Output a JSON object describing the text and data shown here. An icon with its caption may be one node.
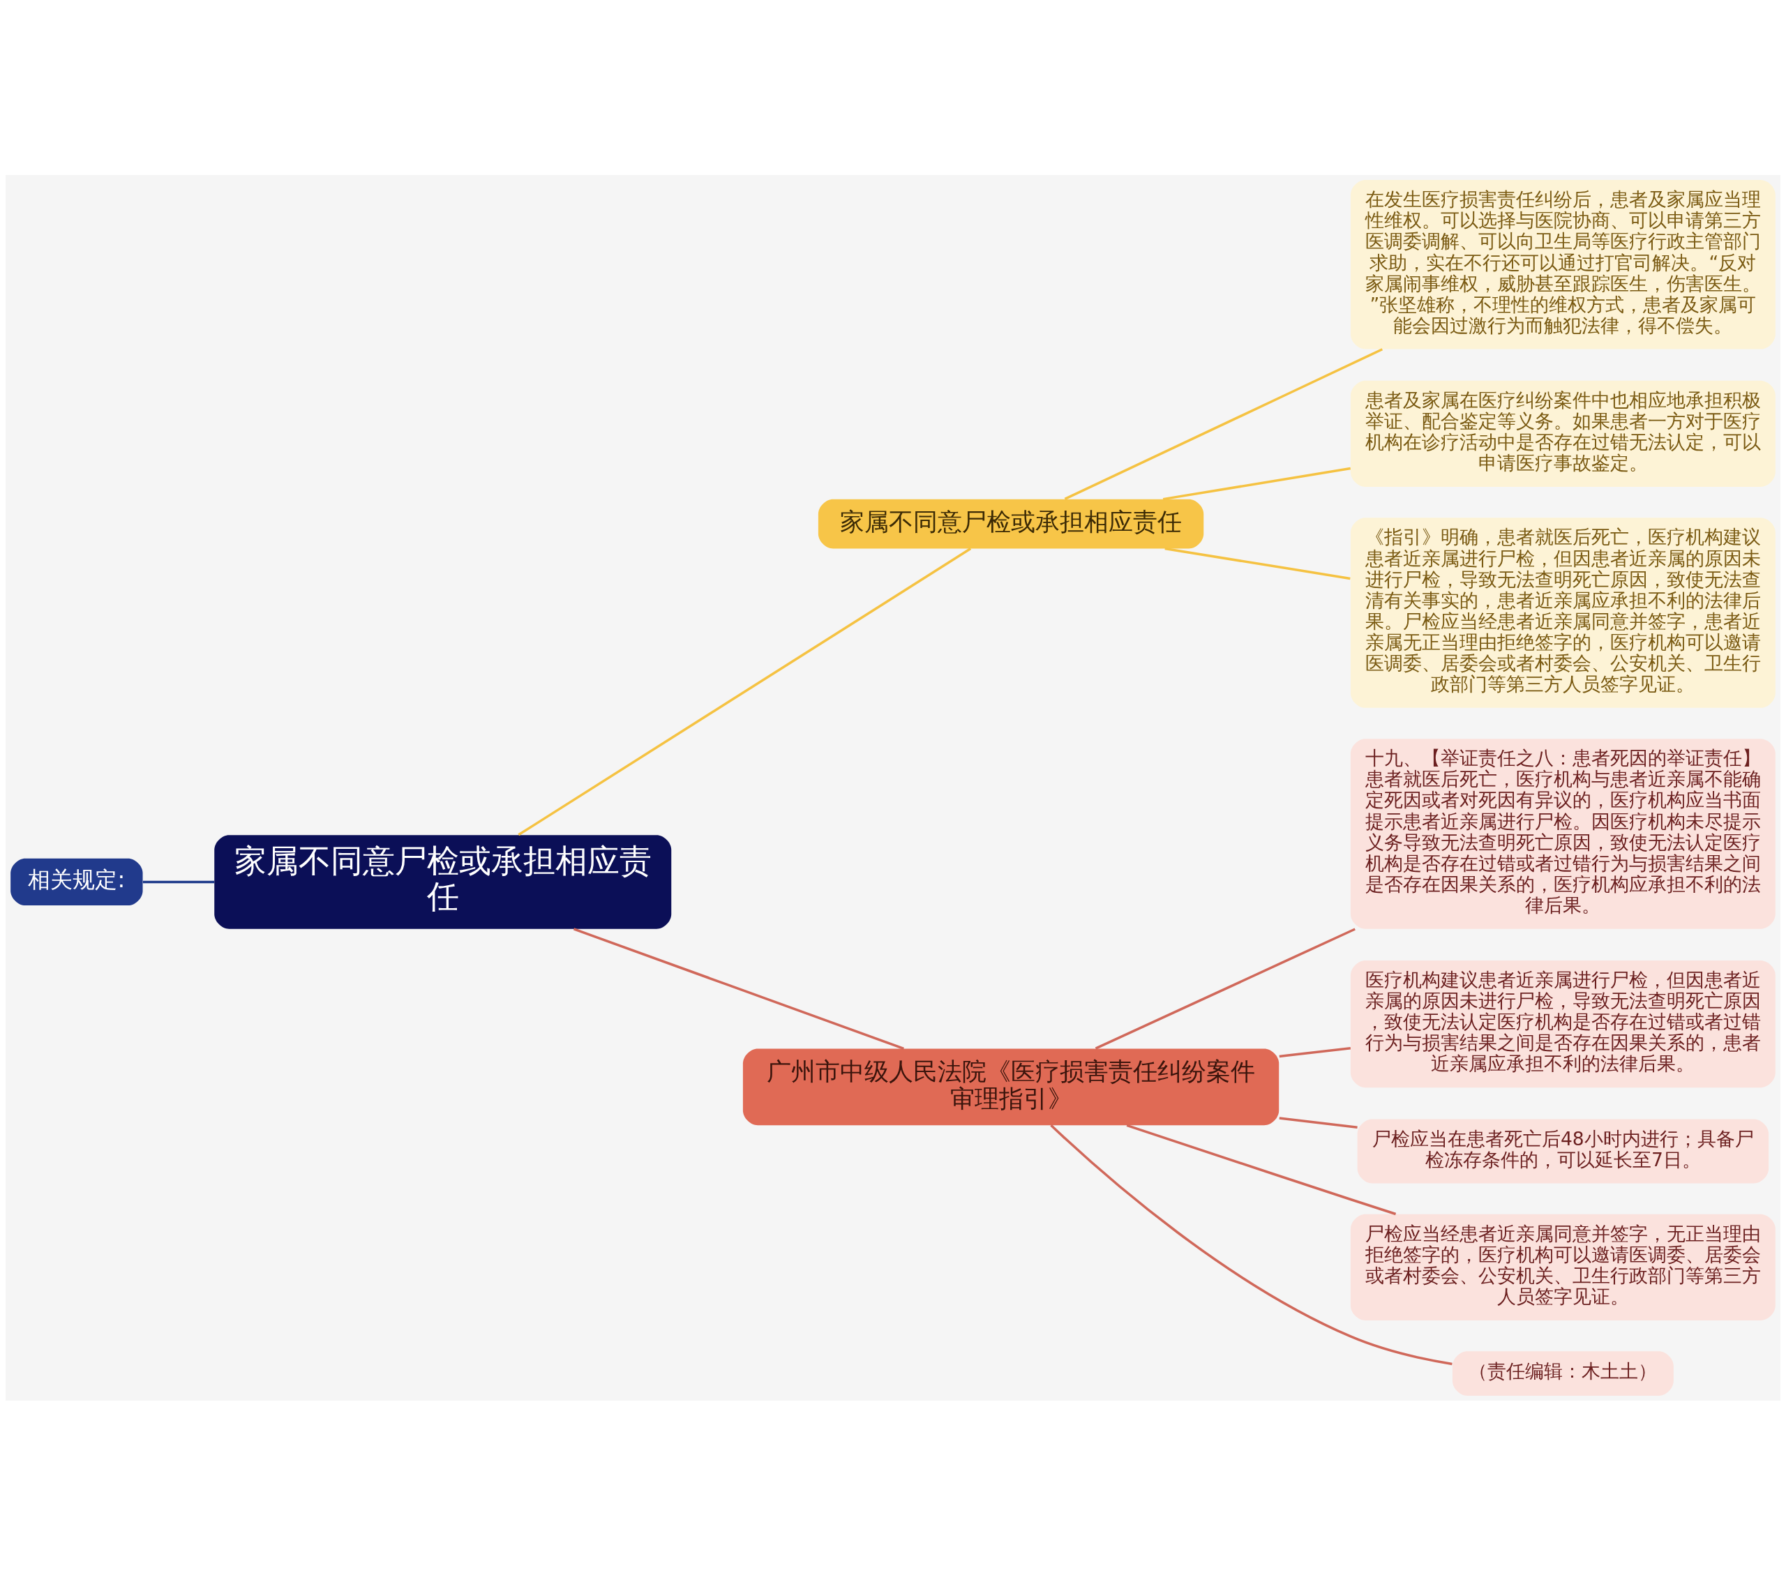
{
  "diagram": {
    "nodes": [
      {
        "text": [
          "家属不同意尸检或承担相应责任"
        ]
      },
      {
        "text": [
          "相关规定:"
        ]
      },
      {
        "text": [
          "家属不同意尸检或承担相应责任"
        ]
      },
      {
        "text": [
          "在发生医疗损害责任纠纷后，患者及家属应当理性维权。可以选择与医院协商、可以申请第三方医调委调解、可以向卫生局等医疗行政主管部门求助，实在不行还可以通过打官司解决。“反对家属闹事维权，威胁甚至跟踪医生，伤害医生。”张坚雄称，不理性的维权方式，患者及家属可能会因过激行为而触犯法律，得不偿失。"
        ]
      },
      {
        "text": [
          "患者及家属在医疗纠纷案件中也相应地承担积极举证、配合鉴定等义务。如果患者一方对于医疗机构在诊疗活动中是否存在过错无法认定，可以申请医疗事故鉴定。"
        ]
      },
      {
        "text": [
          "《指引》明确，患者就医后死亡，医疗机构建议患者近亲属进行尸检，但因患者近亲属的原因未进行尸检，导致无法查明死亡原因，致使无法查清有关事实的，患者近亲属应承担不利的法律后果。尸检应当经患者近亲属同意并签字，患者近亲属无正当理由拒绝签字的，医疗机构可以邀请医调委、居委会或者村委会、公安机关、卫生行政部门等第三方人员签字见证。"
        ]
      },
      {
        "text": [
          "广州市中级人民法院《医疗损害责任纠纷案件审理指引》"
        ]
      },
      {
        "text": [
          "十九、【举证责任之八：患者死因的举证责任】患者就医后死亡，医疗机构与患者近亲属不能确定死因或者对死因有异议的，医疗机构应当书面提示患者近亲属进行尸检。因医疗机构未尽提示义务导致无法查明死亡原因，致使无法认定医疗机构是否存在过错或者过错行为与损害结果之间是否存在因果关系的，医疗机构应承担不利的法律后果。"
        ]
      },
      {
        "text": [
          "医疗机构建议患者近亲属进行尸检，但因患者近亲属的原因未进行尸检，导致无法查明死亡原因，致使无法认定医疗机构是否存在过错或者过错行为与损害结果之间是否存在因果关系的，患者近亲属应承担不利的法律后果。"
        ]
      },
      {
        "text": [
          "尸检应当在患者死亡后48小时内进行；具备尸检冻存条件的，可以延长至7日。"
        ]
      },
      {
        "text": [
          "尸检应当经患者近亲属同意并签字，无正当理由拒绝签字的，医疗机构可以邀请医调委、居委会或者村委会、公安机关、卫生行政部门等第三方人员签字见证。"
        ]
      },
      {
        "text": [
          "（责任编辑：木土土）"
        ]
      }
    ],
    "edges": [
      {
        "from": 1,
        "to": 0,
        "arrow": "none",
        "color": "#1e3a8a"
      },
      {
        "from": 0,
        "to": 2,
        "arrow": "none",
        "color": "#f5c242"
      },
      {
        "from": 2,
        "to": 3,
        "arrow": "none",
        "color": "#f5c242"
      },
      {
        "from": 2,
        "to": 4,
        "arrow": "none",
        "color": "#f5c242"
      },
      {
        "from": 2,
        "to": 5,
        "arrow": "none",
        "color": "#f5c242"
      },
      {
        "from": 0,
        "to": 6,
        "arrow": "none"
      },
      {
        "from": 6,
        "to": 7,
        "arrow": "none"
      },
      {
        "from": 6,
        "to": 8,
        "arrow": "none"
      },
      {
        "from": 6,
        "to": 9,
        "arrow": "none"
      },
      {
        "from": 6,
        "to": 10,
        "arrow": "none"
      },
      {
        "from": 6,
        "to": 11,
        "arrow": "none"
      }
    ]
  }
}
